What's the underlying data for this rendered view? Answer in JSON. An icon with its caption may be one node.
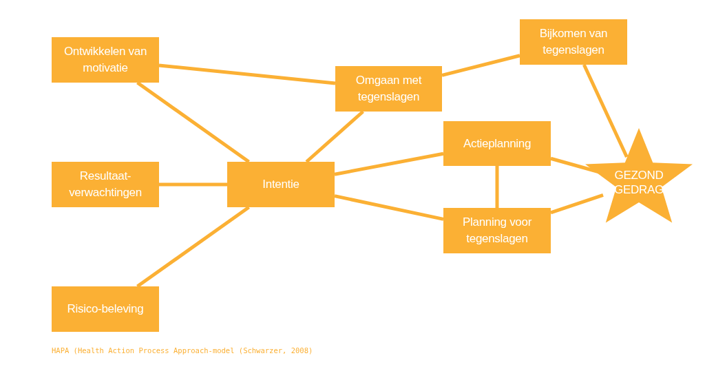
{
  "diagram": {
    "caption": "HAPA (Health Action Process Approach-model (Schwarzer, 2008)",
    "nodes": [
      {
        "text": [
          "Ontwikkelen van motivatie"
        ]
      },
      {
        "text": [
          "Resultaat-verwachtingen"
        ]
      },
      {
        "text": [
          "Risico-beleving"
        ]
      },
      {
        "text": [
          "Intentie"
        ]
      },
      {
        "text": [
          "Omgaan met tegenslagen"
        ]
      },
      {
        "text": [
          "Bijkomen van tegenslagen"
        ]
      },
      {
        "text": [
          "Actieplanning"
        ]
      },
      {
        "text": [
          "Planning voor tegenslagen"
        ]
      },
      {
        "text": [
          "GEZOND GEDRAG"
        ]
      }
    ],
    "edges": [
      {
        "from": 0,
        "to": 3,
        "arrow": "none"
      },
      {
        "from": 0,
        "to": 4,
        "arrow": "none"
      },
      {
        "from": 1,
        "to": 3,
        "arrow": "none"
      },
      {
        "from": 2,
        "to": 3,
        "arrow": "none"
      },
      {
        "from": 3,
        "to": 4,
        "arrow": "none"
      },
      {
        "from": 3,
        "to": 6,
        "arrow": "none"
      },
      {
        "from": 3,
        "to": 7,
        "arrow": "none"
      },
      {
        "from": 4,
        "to": 5,
        "arrow": "none"
      },
      {
        "from": 6,
        "to": 7,
        "arrow": "none"
      },
      {
        "from": 5,
        "to": 8,
        "arrow": "none"
      },
      {
        "from": 6,
        "to": 8,
        "arrow": "none"
      },
      {
        "from": 7,
        "to": 8,
        "arrow": "none"
      }
    ]
  }
}
